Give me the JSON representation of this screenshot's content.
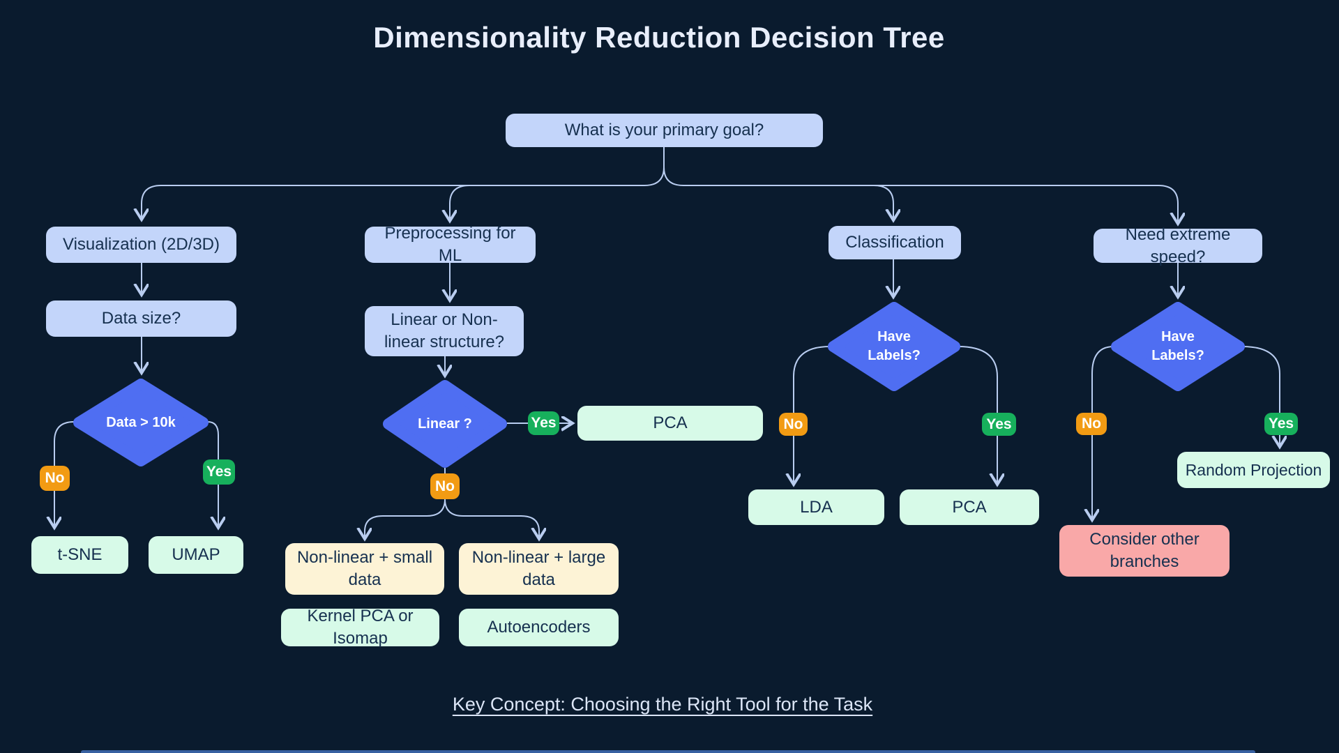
{
  "title": "Dimensionality Reduction Decision Tree",
  "footer": "Key Concept: Choosing the Right Tool for the Task",
  "badges": {
    "yes": "Yes",
    "no": "No"
  },
  "nodes": {
    "root": "What is your primary goal?",
    "visualization": "Visualization (2D/3D)",
    "data_size": "Data size?",
    "data_gt_10k": "Data > 10k",
    "tsne": "t-SNE",
    "umap": "UMAP",
    "preprocessing": "Preprocessing for ML",
    "linear_structure": "Linear or Non-linear structure?",
    "linear_q": "Linear ?",
    "pca_linear": "PCA",
    "nonlinear_small": "Non-linear + small data",
    "nonlinear_large": "Non-linear + large data",
    "kernel_pca": "Kernel PCA or Isomap",
    "autoencoders": "Autoencoders",
    "classification": "Classification",
    "have_labels_classification": "Have Labels?",
    "lda": "LDA",
    "pca_classification": "PCA",
    "need_speed": "Need extreme speed?",
    "have_labels_speed": "Have Labels?",
    "random_projection": "Random Projection",
    "consider_other": "Consider other branches"
  },
  "colors": {
    "background": "#0a1b2e",
    "question_box": "#c3d5fa",
    "decision_diamond": "#4f6ef2",
    "result_box": "#d7fae8",
    "category_box": "#fdf3d6",
    "warning_box": "#f9a8a8",
    "yes_badge": "#17b05c",
    "no_badge": "#f29b13",
    "connector": "#b9cdf0",
    "box_text": "#16304f",
    "title_text": "#e8eefb"
  }
}
